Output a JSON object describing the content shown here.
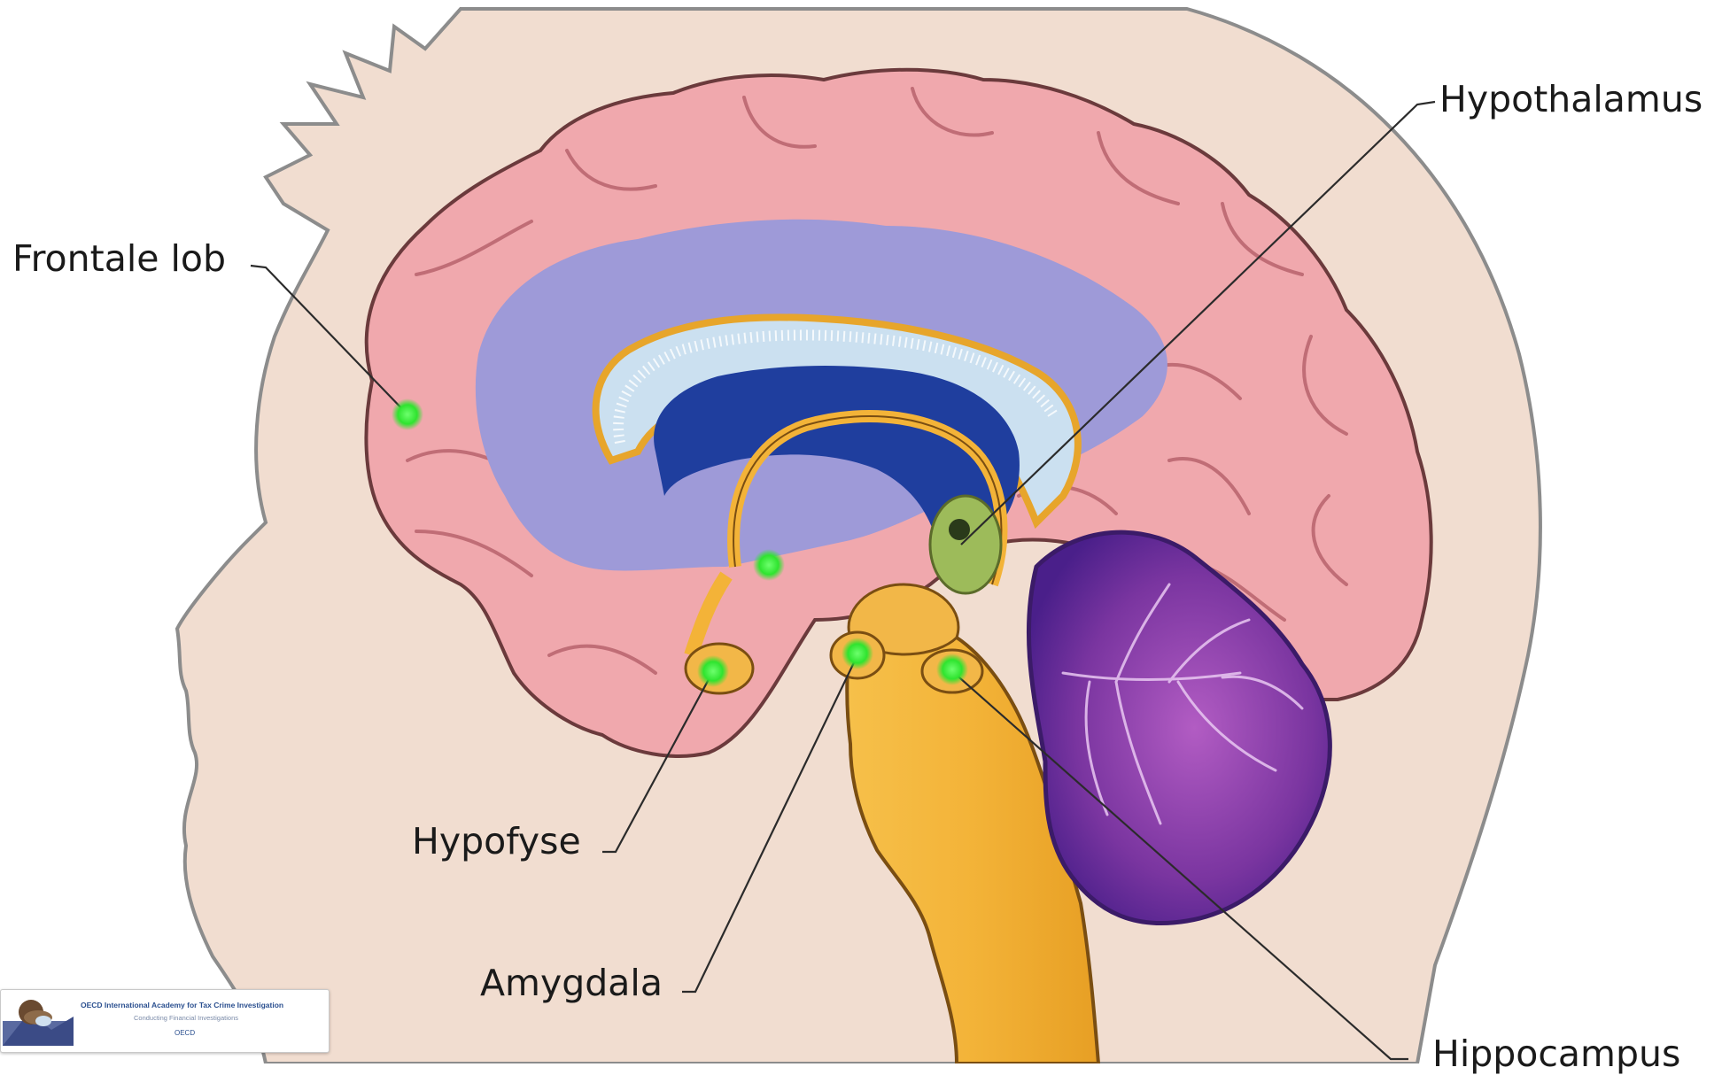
{
  "labels": {
    "frontal": "Frontale lob",
    "hypothalamus": "Hypothalamus",
    "hypofyse": "Hypofyse",
    "amygdala": "Amygdala",
    "hippocampus": "Hippocampus"
  },
  "footer_logo": {
    "title": "OECD International Academy for Tax Crime Investigation",
    "subtitle": "Conducting Financial Investigations",
    "brand": "OECD"
  },
  "colors": {
    "skin": "#f1ddd0",
    "cerebrum": "#f0a8ad",
    "ventricle_purple": "#9e9ad8",
    "corpus_callosum": "#cbe0f0",
    "ventricle_blue": "#1f3e9e",
    "brainstem": "#f3b338",
    "cerebellum": "#7f3ea3",
    "marker": "#2fe42f"
  },
  "icons": [
    "marker-dot"
  ]
}
